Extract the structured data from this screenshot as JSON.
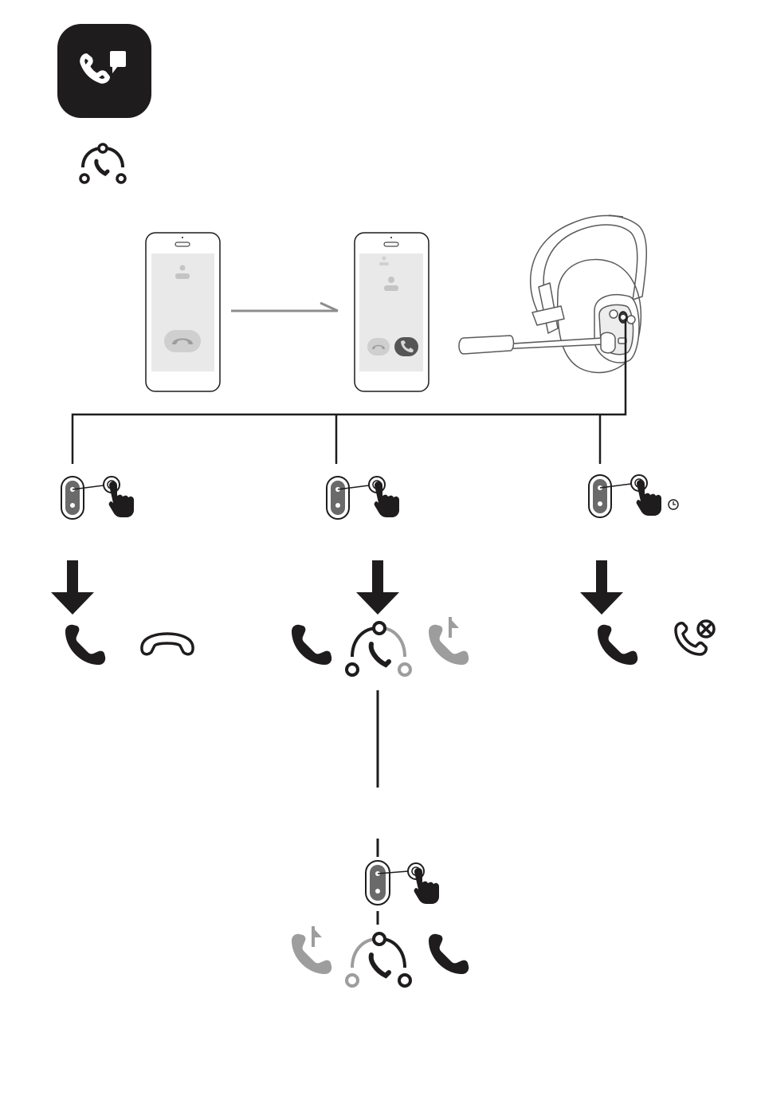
{
  "colors": {
    "ink": "#1f1c1d",
    "gray": "#9d9d9d",
    "light_gray": "#d6d6d6",
    "screen": "#e9e9e9",
    "white": "#ffffff"
  },
  "header": {
    "app_icon": "phone-with-chat-bubble-icon",
    "feature_icon": "call-switch-icon"
  },
  "scene": {
    "phones": [
      "incoming-call-phone",
      "call-waiting-phone"
    ],
    "transition": "arrow-right",
    "device": "headset-with-boom-mic"
  },
  "branches": [
    {
      "gesture": "single-tap",
      "result_icons": [
        "answer-call-icon",
        "end-call-icon"
      ]
    },
    {
      "gesture": "single-tap",
      "result_icons": [
        "answer-call-icon",
        "call-switch-icon",
        "call-on-hold-icon"
      ]
    },
    {
      "gesture": "tap-and-hold",
      "timer_icon": "clock-icon",
      "result_icons": [
        "answer-call-icon",
        "reject-call-icon"
      ]
    }
  ],
  "followup": {
    "gesture": "single-tap",
    "result_icons": [
      "call-on-hold-icon",
      "call-switch-icon",
      "answer-call-icon"
    ]
  }
}
